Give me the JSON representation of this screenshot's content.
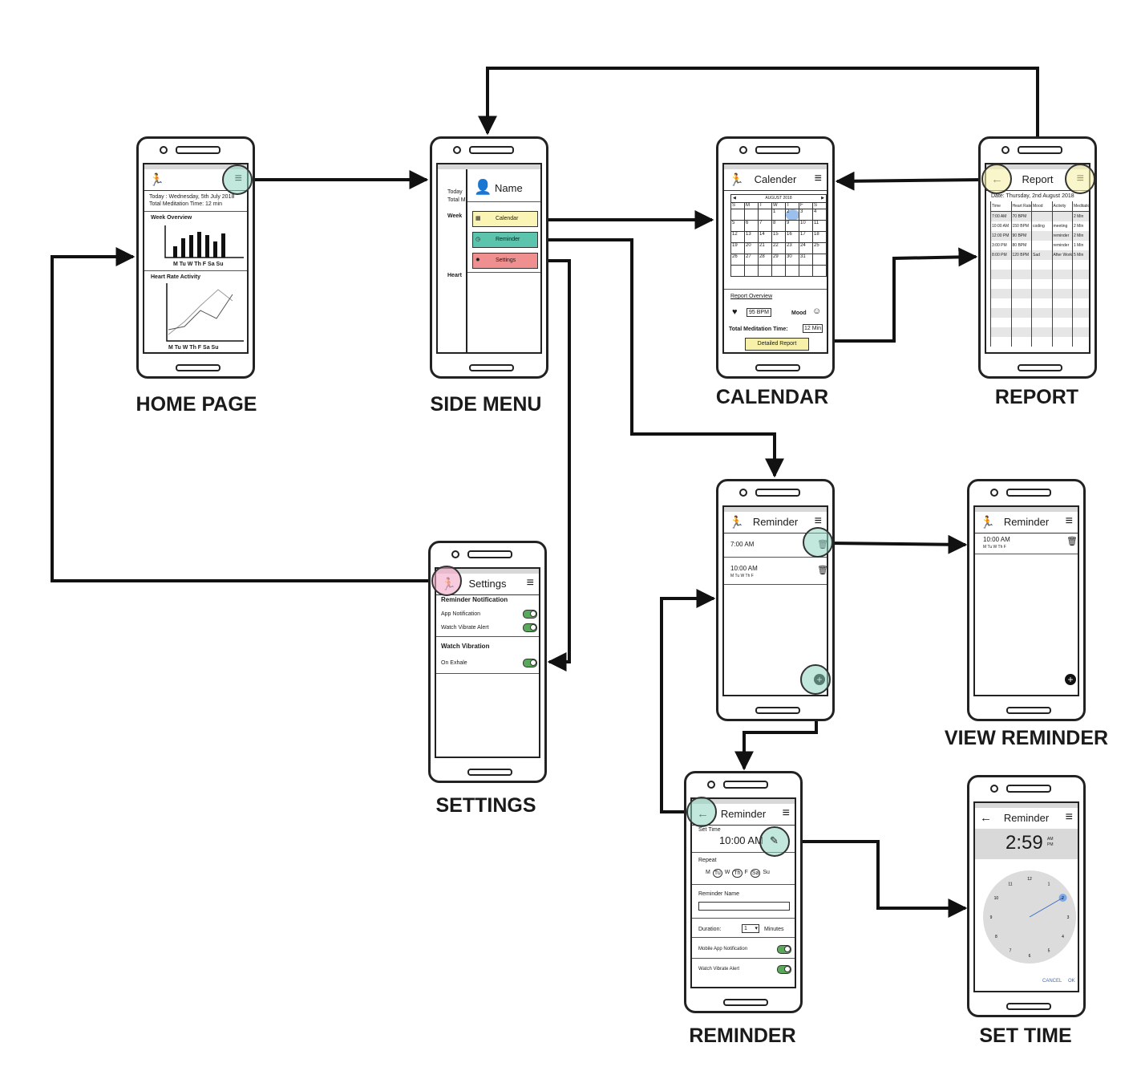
{
  "captions": {
    "home": "HOME PAGE",
    "side_menu": "SIDE MENU",
    "calendar": "CALENDAR",
    "report": "REPORT",
    "settings": "SETTINGS",
    "reminder_list": "",
    "view_reminder": "VIEW REMINDER",
    "reminder": "REMINDER",
    "set_time": "SET TIME"
  },
  "icons": {
    "runner": "runner-icon",
    "menu": "hamburger-menu-icon",
    "back": "back-arrow-icon",
    "trash": "trash-icon",
    "add": "plus-circle-icon",
    "edit": "pencil-icon",
    "heart": "heart-rate-icon",
    "mood": "smiley-icon",
    "user": "user-icon",
    "calendar": "calendar-icon",
    "clock": "clock-icon",
    "gear": "gear-icon"
  },
  "colors": {
    "teal": "#8fd6c3",
    "pink": "#f1a9c6",
    "yellow": "#f6f0a8",
    "menu_yellow": "#fbf5b5",
    "menu_teal": "#5cc3ad",
    "menu_red": "#ef8f8f",
    "toggle": "#5aa85a"
  },
  "home": {
    "today": "Today : Wednesday, 5th July 2018",
    "total_time": "Total Meditation Time: 12 min",
    "week_overview": "Week Overview",
    "days": "M  Tu W Th F Sa Su",
    "heart_rate": "Heart Rate Activity",
    "days2": "M  Tu W Th F Sa Su"
  },
  "side_menu": {
    "name": "Name",
    "calendar": "Calendar",
    "reminder": "Reminder",
    "settings": "Settings",
    "bg_today": "Today",
    "bg_total": "Total M",
    "bg_week": "Week",
    "bg_heart": "Heart"
  },
  "calendar": {
    "title": "Calender",
    "month": "AUGUST 2018",
    "weekdays": [
      "S",
      "M",
      "T",
      "W",
      "T",
      "F",
      "S"
    ],
    "rows": [
      [
        "",
        "",
        "",
        "1",
        "2",
        "3",
        "4"
      ],
      [
        "5",
        "6",
        "7",
        "8",
        "9",
        "10",
        "11"
      ],
      [
        "12",
        "13",
        "14",
        "15",
        "16",
        "17",
        "18"
      ],
      [
        "19",
        "20",
        "21",
        "22",
        "23",
        "24",
        "25"
      ],
      [
        "26",
        "27",
        "28",
        "29",
        "30",
        "31",
        ""
      ],
      [
        "",
        "",
        "",
        "",
        "",
        "",
        ""
      ]
    ],
    "report_overview": "Report Overview",
    "bpm": "95 BPM",
    "mood": "Mood",
    "total_label": "Total Meditation Time:",
    "total_value": "12 Min",
    "detailed": "Detailed Report"
  },
  "report": {
    "title": "Report",
    "date": "Date: Thursday, 2nd August 2018",
    "headers": [
      "Time",
      "Heart Rate",
      "Mood",
      "Activity",
      "Meditation"
    ],
    "rows": [
      [
        "7:00 AM",
        "70 BPM",
        "",
        "",
        "2 Min"
      ],
      [
        "10:00 AM",
        "150 BPM",
        "",
        "coding",
        "meeting",
        "2 Min"
      ],
      [
        "12:00 PM",
        "90 BPM",
        "",
        "reminder",
        "2 Min"
      ],
      [
        "3:00 PM",
        "80 BPM",
        "",
        "reminder",
        "1 Min"
      ],
      [
        "8:00 PM",
        "120 BPM",
        "Sad",
        "After Work",
        "5 Min"
      ]
    ]
  },
  "settings": {
    "title": "Settings",
    "section1": "Reminder Notification",
    "app_notif": "App Notification",
    "watch_vibrate": "Watch Vibrate Alert",
    "section2": "Watch Vibration",
    "on_exhale": "On Exhale"
  },
  "reminder_list": {
    "title": "Reminder",
    "item1_time": "7:00 AM",
    "item2_time": "10:00 AM",
    "item2_days": "M Tu W Th F"
  },
  "view_reminder": {
    "title": "Reminder",
    "item_time": "10:00 AM",
    "item_days": "M Tu W Th F"
  },
  "reminder": {
    "title": "Reminder",
    "set_time": "Set Time",
    "time": "10:00 AM",
    "repeat": "Repeat",
    "days": [
      "M",
      "Tu",
      "W",
      "Th",
      "F",
      "Sa",
      "Su"
    ],
    "name_label": "Reminder Name",
    "duration": "Duration:",
    "duration_value": "1",
    "minutes": "Minutes",
    "mobile_notif": "Mobile App Notification",
    "watch_alert": "Watch Vibrate Alert"
  },
  "set_time": {
    "title": "Reminder",
    "time": "2:59",
    "am": "AM",
    "pm": "PM",
    "numbers": [
      "12",
      "1",
      "2",
      "3",
      "4",
      "5",
      "6",
      "7",
      "8",
      "9",
      "10",
      "11"
    ],
    "cancel": "CANCEL",
    "ok": "OK"
  }
}
